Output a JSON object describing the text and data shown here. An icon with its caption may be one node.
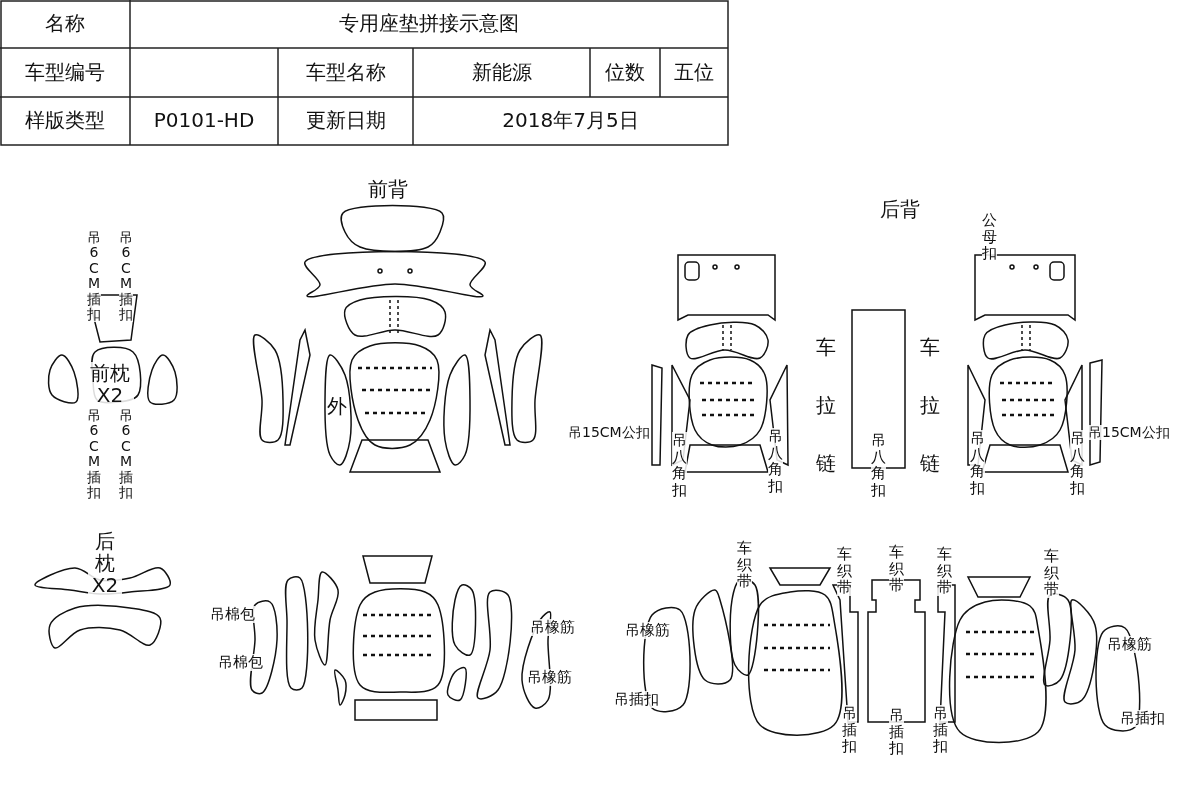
{
  "diagram": {
    "labels": [
      "名称",
      "专用座垫拼接示意图",
      "车型编号",
      "车型名称",
      "新能源",
      "位数",
      "五位",
      "样版类型",
      "P0101-HD",
      "更新日期",
      "2018年7月5日",
      "前背",
      "后背",
      "吊6CM插扣",
      "吊6CM插扣",
      "前枕X2",
      "吊6CM插扣",
      "吊6CM插扣",
      "外",
      "公母扣",
      "车拉链",
      "车拉链",
      "吊15CM公扣",
      "吊八角扣",
      "吊八角扣",
      "吊八角扣",
      "吊八角扣",
      "吊八角扣",
      "吊15CM公扣",
      "后枕X2",
      "吊棉包",
      "吊棉包",
      "吊橡筋",
      "吊橡筋",
      "车织带",
      "吊橡筋",
      "车织带",
      "车织带",
      "车织带",
      "车织带",
      "吊橡筋",
      "吊插扣",
      "吊插扣",
      "吊插扣",
      "吊插扣",
      "吊插扣"
    ]
  }
}
